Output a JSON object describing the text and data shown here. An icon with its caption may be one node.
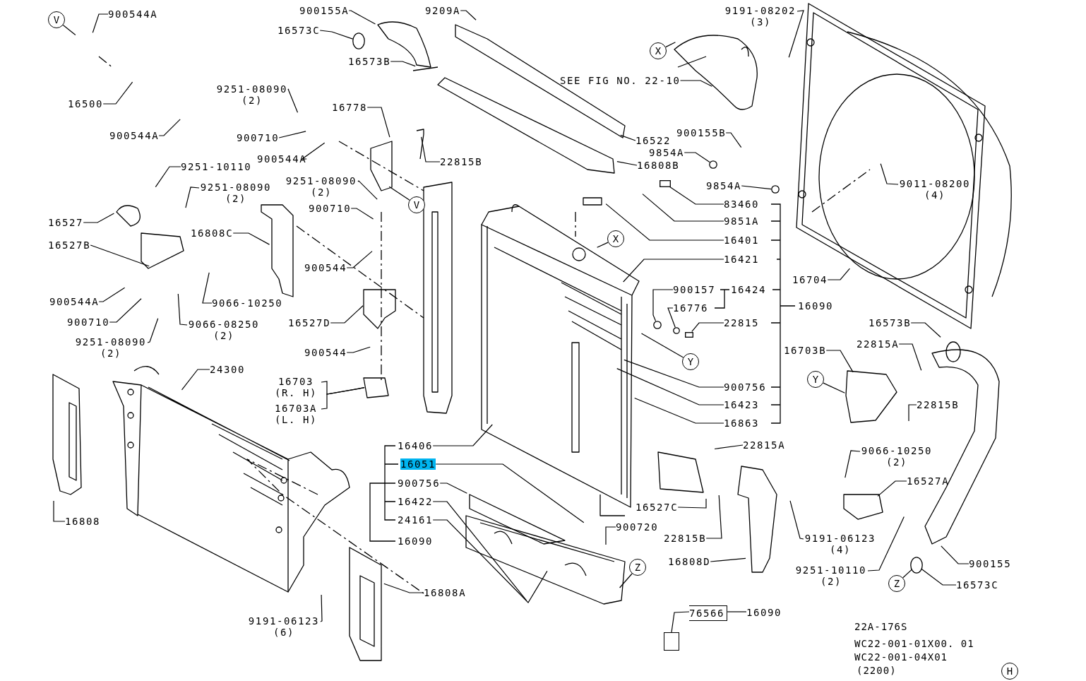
{
  "diagram": {
    "nodes": [
      {
        "text": [
          "V"
        ]
      },
      {
        "text": [
          "900544A"
        ]
      },
      {
        "text": [
          "16500"
        ]
      },
      {
        "text": [
          "900544A"
        ]
      },
      {
        "text": [
          "900155A"
        ]
      },
      {
        "text": [
          "16573C"
        ]
      },
      {
        "text": [
          "16573B"
        ]
      },
      {
        "text": [
          "9209A"
        ]
      },
      {
        "text": [
          "9191-08202 (3)"
        ]
      },
      {
        "text": [
          "X"
        ]
      },
      {
        "text": [
          "SEE FIG NO. 22-10"
        ]
      },
      {
        "text": [
          "9251-08090 (2)"
        ]
      },
      {
        "text": [
          "16778"
        ]
      },
      {
        "text": [
          "900710"
        ]
      },
      {
        "text": [
          "900544A"
        ]
      },
      {
        "text": [
          "16522"
        ]
      },
      {
        "text": [
          "900155B"
        ]
      },
      {
        "text": [
          "9854A"
        ]
      },
      {
        "text": [
          "22815B"
        ]
      },
      {
        "text": [
          "16808B"
        ]
      },
      {
        "text": [
          "9011-08200 (4)"
        ]
      },
      {
        "text": [
          "9251-10110"
        ]
      },
      {
        "text": [
          "9251-08090 (2)"
        ]
      },
      {
        "text": [
          "9251-08090 (2)"
        ]
      },
      {
        "text": [
          "V"
        ]
      },
      {
        "text": [
          "9854A"
        ]
      },
      {
        "text": [
          "83460"
        ]
      },
      {
        "text": [
          "16527"
        ]
      },
      {
        "text": [
          "16808C"
        ]
      },
      {
        "text": [
          "900710"
        ]
      },
      {
        "text": [
          "9851A"
        ]
      },
      {
        "text": [
          "16401"
        ]
      },
      {
        "text": [
          "X"
        ]
      },
      {
        "text": [
          "16527B"
        ]
      },
      {
        "text": [
          "16421"
        ]
      },
      {
        "text": [
          "900544"
        ]
      },
      {
        "text": [
          "9066-10250"
        ]
      },
      {
        "text": [
          "900157"
        ]
      },
      {
        "text": [
          "16424"
        ]
      },
      {
        "text": [
          "16776"
        ]
      },
      {
        "text": [
          "900544A"
        ]
      },
      {
        "text": [
          "16527D"
        ]
      },
      {
        "text": [
          "9066-08250 (2)"
        ]
      },
      {
        "text": [
          "900710"
        ]
      },
      {
        "text": [
          "22815"
        ]
      },
      {
        "text": [
          "9251-08090 (2)"
        ]
      },
      {
        "text": [
          "16704"
        ]
      },
      {
        "text": [
          "16090"
        ]
      },
      {
        "text": [
          "Y"
        ]
      },
      {
        "text": [
          "900544"
        ]
      },
      {
        "text": [
          "16573B"
        ]
      },
      {
        "text": [
          "22815A"
        ]
      },
      {
        "text": [
          "16703B"
        ]
      },
      {
        "text": [
          "Y"
        ]
      },
      {
        "text": [
          "24300"
        ]
      },
      {
        "text": [
          "900756"
        ]
      },
      {
        "text": [
          "16703 (R. H)"
        ]
      },
      {
        "text": [
          "16703A (L. H)"
        ]
      },
      {
        "text": [
          "22815B"
        ]
      },
      {
        "text": [
          "16423"
        ]
      },
      {
        "text": [
          "16863"
        ]
      },
      {
        "text": [
          "16406"
        ]
      },
      {
        "text": [
          "16051"
        ]
      },
      {
        "text": [
          "22815A"
        ]
      },
      {
        "text": [
          "9066-10250 (2)"
        ]
      },
      {
        "text": [
          "16527A"
        ]
      },
      {
        "text": [
          "900756"
        ]
      },
      {
        "text": [
          "16808"
        ]
      },
      {
        "text": [
          "16422"
        ]
      },
      {
        "text": [
          "16527C"
        ]
      },
      {
        "text": [
          "900720"
        ]
      },
      {
        "text": [
          "24161"
        ]
      },
      {
        "text": [
          "22815B"
        ]
      },
      {
        "text": [
          "9191-06123 (4)"
        ]
      },
      {
        "text": [
          "16090"
        ]
      },
      {
        "text": [
          "Z"
        ]
      },
      {
        "text": [
          "16808D"
        ]
      },
      {
        "text": [
          "900155"
        ]
      },
      {
        "text": [
          "9251-10110 (2)"
        ]
      },
      {
        "text": [
          "16808A"
        ]
      },
      {
        "text": [
          "Z"
        ]
      },
      {
        "text": [
          "16573C"
        ]
      },
      {
        "text": [
          "9191-06123 (6)"
        ]
      },
      {
        "text": [
          "76566"
        ]
      },
      {
        "text": [
          "16090"
        ]
      },
      {
        "text": [],
        "shape": "box"
      },
      {
        "text": [
          "H"
        ]
      },
      {
        "text": [],
        "shape": "circle"
      },
      {
        "text": [],
        "shape": "circle"
      },
      {
        "text": [],
        "shape": "circle"
      },
      {
        "text": [],
        "shape": "box"
      },
      {
        "text": [],
        "shape": "circle"
      },
      {
        "text": [],
        "shape": "box"
      },
      {
        "text": [],
        "shape": "circle"
      },
      {
        "text": [],
        "shape": "circle"
      }
    ],
    "edges": [
      {
        "from": 0,
        "to": null,
        "arrow": "none"
      },
      {
        "from": 1,
        "to": null,
        "arrow": "none"
      },
      {
        "from": 2,
        "to": null,
        "arrow": "none"
      },
      {
        "from": 3,
        "to": null,
        "arrow": "none"
      },
      {
        "from": 4,
        "to": null,
        "arrow": "none"
      },
      {
        "from": 5,
        "to": 87,
        "arrow": "none"
      },
      {
        "from": 6,
        "to": null,
        "arrow": "none"
      },
      {
        "from": 7,
        "to": null,
        "arrow": "none"
      },
      {
        "from": 8,
        "to": null,
        "arrow": "none"
      },
      {
        "from": 9,
        "to": null,
        "arrow": "none"
      },
      {
        "from": 10,
        "to": null,
        "arrow": "none"
      },
      {
        "from": 11,
        "to": null,
        "arrow": "none"
      },
      {
        "from": 12,
        "to": null,
        "arrow": "none"
      },
      {
        "from": 13,
        "to": null,
        "arrow": "none"
      },
      {
        "from": 14,
        "to": null,
        "arrow": "none"
      },
      {
        "from": 15,
        "to": null,
        "arrow": "none"
      },
      {
        "from": 16,
        "to": null,
        "arrow": "none"
      },
      {
        "from": 17,
        "to": 88,
        "arrow": "none"
      },
      {
        "from": 18,
        "to": null,
        "arrow": "none"
      },
      {
        "from": 19,
        "to": null,
        "arrow": "none"
      },
      {
        "from": 20,
        "to": null,
        "arrow": "none"
      },
      {
        "from": 21,
        "to": null,
        "arrow": "none"
      },
      {
        "from": 22,
        "to": null,
        "arrow": "none"
      },
      {
        "from": 23,
        "to": null,
        "arrow": "none"
      },
      {
        "from": 24,
        "to": null,
        "arrow": "none"
      },
      {
        "from": 25,
        "to": 89,
        "arrow": "none"
      },
      {
        "from": 26,
        "to": 90,
        "arrow": "none"
      },
      {
        "from": 27,
        "to": null,
        "arrow": "none"
      },
      {
        "from": 28,
        "to": null,
        "arrow": "none"
      },
      {
        "from": 29,
        "to": null,
        "arrow": "none"
      },
      {
        "from": 30,
        "to": null,
        "arrow": "none"
      },
      {
        "from": 31,
        "to": null,
        "arrow": "none"
      },
      {
        "from": 32,
        "to": null,
        "arrow": "none"
      },
      {
        "from": 33,
        "to": null,
        "arrow": "none"
      },
      {
        "from": 34,
        "to": null,
        "arrow": "none"
      },
      {
        "from": 35,
        "to": null,
        "arrow": "none"
      },
      {
        "from": 36,
        "to": null,
        "arrow": "none"
      },
      {
        "from": 37,
        "to": 91,
        "arrow": "none"
      },
      {
        "from": 39,
        "to": 94,
        "arrow": "none"
      },
      {
        "from": 40,
        "to": null,
        "arrow": "none"
      },
      {
        "from": 41,
        "to": null,
        "arrow": "none"
      },
      {
        "from": 42,
        "to": null,
        "arrow": "none"
      },
      {
        "from": 43,
        "to": null,
        "arrow": "none"
      },
      {
        "from": 44,
        "to": 92,
        "arrow": "none"
      },
      {
        "from": 45,
        "to": null,
        "arrow": "none"
      },
      {
        "from": 46,
        "to": null,
        "arrow": "none"
      },
      {
        "from": 48,
        "to": null,
        "arrow": "none"
      },
      {
        "from": 49,
        "to": null,
        "arrow": "none"
      },
      {
        "from": 50,
        "to": null,
        "arrow": "none"
      },
      {
        "from": 51,
        "to": null,
        "arrow": "none"
      },
      {
        "from": 52,
        "to": null,
        "arrow": "none"
      },
      {
        "from": 53,
        "to": null,
        "arrow": "none"
      },
      {
        "from": 54,
        "to": null,
        "arrow": "none"
      },
      {
        "from": 55,
        "to": null,
        "arrow": "none"
      },
      {
        "from": 56,
        "to": null,
        "arrow": "none"
      },
      {
        "from": 57,
        "to": null,
        "arrow": "none"
      },
      {
        "from": 58,
        "to": null,
        "arrow": "none"
      },
      {
        "from": 59,
        "to": null,
        "arrow": "none"
      },
      {
        "from": 60,
        "to": null,
        "arrow": "none"
      },
      {
        "from": 61,
        "to": null,
        "arrow": "none"
      },
      {
        "from": 62,
        "to": null,
        "arrow": "none"
      },
      {
        "from": 63,
        "to": null,
        "arrow": "none"
      },
      {
        "from": 64,
        "to": null,
        "arrow": "none"
      },
      {
        "from": 65,
        "to": null,
        "arrow": "none"
      },
      {
        "from": 66,
        "to": null,
        "arrow": "none"
      },
      {
        "from": 67,
        "to": null,
        "arrow": "none"
      },
      {
        "from": 68,
        "to": null,
        "arrow": "none"
      },
      {
        "from": 69,
        "to": null,
        "arrow": "none"
      },
      {
        "from": 70,
        "to": null,
        "arrow": "none"
      },
      {
        "from": 71,
        "to": null,
        "arrow": "none"
      },
      {
        "from": 72,
        "to": null,
        "arrow": "none"
      },
      {
        "from": 73,
        "to": null,
        "arrow": "none"
      },
      {
        "from": 75,
        "to": null,
        "arrow": "none"
      },
      {
        "from": 76,
        "to": null,
        "arrow": "none"
      },
      {
        "from": 77,
        "to": null,
        "arrow": "none"
      },
      {
        "from": 78,
        "to": null,
        "arrow": "none"
      },
      {
        "from": 79,
        "to": null,
        "arrow": "none"
      },
      {
        "from": 80,
        "to": 93,
        "arrow": "none"
      },
      {
        "from": 81,
        "to": 93,
        "arrow": "none"
      },
      {
        "from": 82,
        "to": null,
        "arrow": "none"
      },
      {
        "from": 83,
        "to": 85,
        "arrow": "none"
      },
      {
        "from": 83,
        "to": 84,
        "arrow": "none"
      }
    ],
    "labels": [
      "22A-176S",
      "WC22-001-01X00. 01",
      "WC22-001-04X01",
      "(2200)"
    ]
  }
}
